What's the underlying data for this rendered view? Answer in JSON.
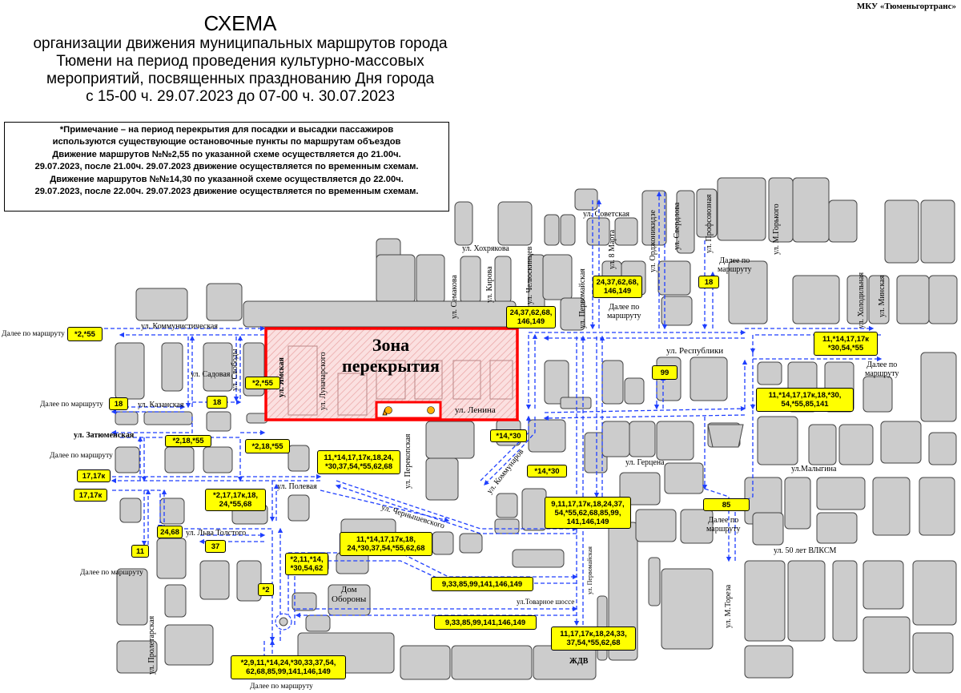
{
  "header": {
    "organization": "МКУ «Тюменьгортранс»",
    "title": "СХЕМА",
    "subtitle_lines": [
      "организации движения муниципальных маршрутов города",
      "Тюмени на период проведения культурно-массовых",
      "мероприятий, посвященных празднованию Дня города",
      "с 15-00 ч. 29.07.2023 до 07-00 ч. 30.07.2023"
    ]
  },
  "note_lines": [
    "*Примечание – на период перекрытия для посадки и высадки пассажиров",
    "используются существующие остановочные пункты по маршрутам объездов",
    "Движение маршрутов №№2,55 по указанной схеме осуществляется до 21.00ч.",
    "29.07.2023, после 21.00ч. 29.07.2023 движение осуществляется по временным схемам.",
    "Движение маршрутов №№14,30 по указанной схеме осуществляется до 22.00ч.",
    "29.07.2023, после 22.00ч. 29.07.2023 движение осуществляется по временным схемам."
  ],
  "zone": {
    "line1": "Зона",
    "line2": "перекрытия"
  },
  "streets": {
    "sovetskaya": "ул. Советская",
    "khokhryakova": "ул. Хохрякова",
    "kommunisticheskaya": "ул. Коммунистическая",
    "sadovaya": "ул. Садовая",
    "kazanskaya": "ул. Казанская",
    "zatyumenskaya": "ул. Затюменская",
    "polevaya": "ул. Полевая",
    "lva_tolstogo": "ул. Льва Толстого",
    "chernyshevskogo": "ул. Чернышевского",
    "lenina": "ул. Ленина",
    "respubliki": "ул. Республики",
    "gertsena": "ул. Герцена",
    "malygina": "ул.Малыгина",
    "komleta": "ул. 50 лет ВЛКСМ",
    "tovarnoe": "ул.Товарное шоссе",
    "semakova": "ул. Семакова",
    "kirova": "ул. Кирова",
    "chelyuskintsev": "ул. Челюскинцев",
    "pervomayskaya": "ул. Первомайская",
    "marta8": "ул. 8 Марта",
    "ordzhonikidze": "ул. Орджоникидзе",
    "sverdlova": "ул. Свердлова",
    "profsoyuznaya": "ул. Профсоюзная",
    "gorkogo": "ул. М.Горького",
    "kholodilnaya": "ул. Холодильная",
    "minskaya": "ул. Минская",
    "svobody": "ул. Свободы",
    "yamskaya": "ул. Ямская",
    "lunacharskogo": "ул. Луначарского",
    "perekopskaya": "ул. Перекопская",
    "kommunarov": "ул. Коммунаров",
    "pervomayskaya_s": "ул. Первомайская",
    "proletarskaya": "ул. Пролетарская",
    "toreza": "ул. М.Тореза",
    "zhdv": "ЖДВ",
    "dom_oborony_1": "Дом",
    "dom_oborony_2": "Обороны"
  },
  "further": {
    "text": "Далее по маршруту",
    "line1": "Далее по",
    "line2": "маршруту"
  },
  "routes": {
    "r_2_55_top": "*2,*55",
    "r_18_left": "18",
    "r_18_svobody": "18",
    "r_2_55_svob": "*2,*55",
    "r_2_18_55_a": "*2,18,*55",
    "r_2_18_55_b": "*2,18,*55",
    "r_17_17k_a": "17,17к",
    "r_17_17k_b": "17,17к",
    "r_2_17_a": "*2,17,17к,18,",
    "r_2_17_b": "24,*55,68",
    "r_24_68": "24,68",
    "r_37": "37",
    "r_11": "11",
    "r_2_11_a": "*2,11,*14,",
    "r_2_11_b": "*30,54,62",
    "r_2": "*2",
    "r_perek_a": "11,*14,17,17к,18,24,",
    "r_perek_b": "*30,37,54,*55,62,68",
    "r_chern_a": "11,*14,17,17к,18,",
    "r_chern_b": "24,*30,37,54,*55,62,68",
    "r_14_30_a": "*14,*30",
    "r_14_30_b": "*14,*30",
    "r_pervo_a": "9,11,17,17к,18,24,37,",
    "r_pervo_b": "54,*55,62,68,85,99,",
    "r_pervo_c": "141,146,149",
    "r_24_37_a": "24,37,62,68,",
    "r_24_37_b": "146,149",
    "r_24_37_top_a": "24,37,62,68,",
    "r_24_37_top_b": "146,149",
    "r_18_prof": "18",
    "r_99": "99",
    "r_11_14_a": "11,*14,17,17к",
    "r_11_14_b": "*30,54,*55",
    "r_11_141_a": "11,*14,17,17к,18,*30,",
    "r_11_141_b": "54,*55,85,141",
    "r_85": "85",
    "r_9_33_a": "9,33,85,99,141,146,149",
    "r_9_33_b": "9,33,85,99,141,146,149",
    "r_11_17_a": "11,17,17к,18,24,33,",
    "r_11_17_b": "37,54,*55,62,68",
    "r_bottom_a": "*2,9,11,*14,24,*30,33,37,54,",
    "r_bottom_b": "62,68,85,99,141,146,149"
  }
}
